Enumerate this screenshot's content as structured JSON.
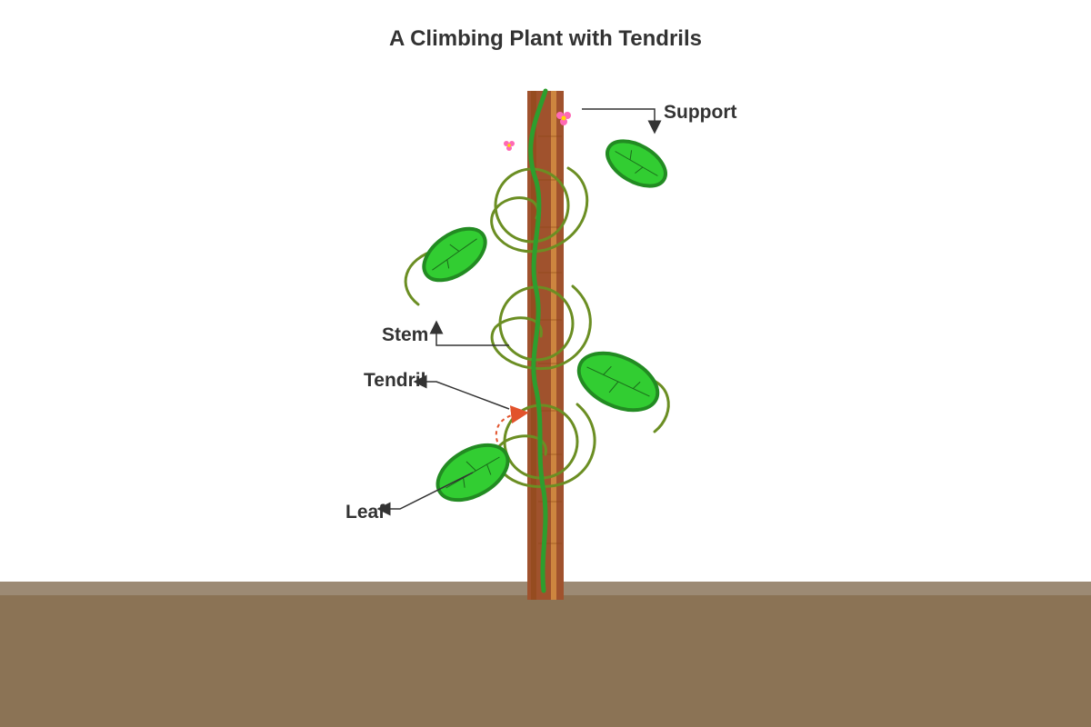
{
  "title": "A Climbing Plant with Tendrils",
  "labels": {
    "support": "Support",
    "stem": "Stem",
    "tendril": "Tendril",
    "leaf": "Leaf"
  },
  "colors": {
    "background": "#ffffff",
    "ground": "#8b7355",
    "ground_top": "#9c8a74",
    "pole": "#a0522d",
    "pole_highlight": "#cd853f",
    "stem": "#2e9e2e",
    "leaf_fill": "#32cd32",
    "leaf_edge": "#228b22",
    "tendril": "#6b8e23",
    "flower": "#ff69b4",
    "twist_arrow": "#e2522b",
    "label_text": "#333333"
  }
}
